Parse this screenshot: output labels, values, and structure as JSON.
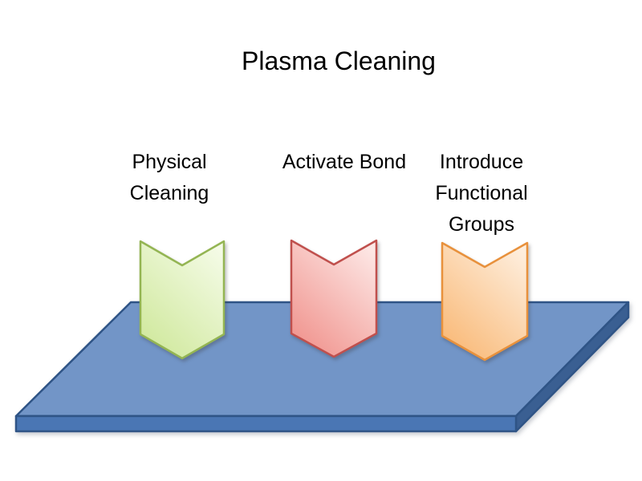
{
  "slide": {
    "title": "Plasma Cleaning",
    "background_color": "#ffffff",
    "text_color": "#000000"
  },
  "steps": [
    {
      "label": "Physical Cleaning",
      "arrow_direction": "down-chevron",
      "fill_light": "#f4fbe6",
      "fill_dark": "#cfe89b",
      "border_color": "#94b553"
    },
    {
      "label": "Activate Bond",
      "arrow_direction": "down-chevron",
      "fill_light": "#fde7e5",
      "fill_dark": "#f0928c",
      "border_color": "#c0504d"
    },
    {
      "label": "Introduce Functional Groups",
      "arrow_direction": "down-chevron",
      "fill_light": "#feeedd",
      "fill_dark": "#f9b875",
      "border_color": "#e8913c"
    }
  ],
  "substrate": {
    "top_color": "#7295c7",
    "front_color": "#4a76b4",
    "side_color": "#3a5f92",
    "border_color": "#2f5486"
  }
}
